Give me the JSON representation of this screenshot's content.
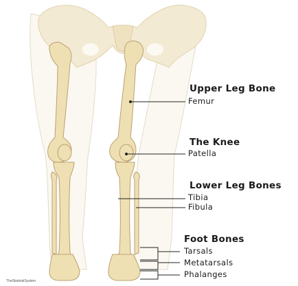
{
  "groups": [
    {
      "heading": "Upper Leg Bone",
      "items": [
        "Femur"
      ]
    },
    {
      "heading": "The Knee",
      "items": [
        "Patella"
      ]
    },
    {
      "heading": "Lower Leg Bones",
      "items": [
        "Tibia",
        "Fibula"
      ]
    },
    {
      "heading": "Foot Bones",
      "items": [
        "Tarsals",
        "Metatarsals",
        "Phalanges"
      ]
    }
  ],
  "credit": "TheSkeletalSystem",
  "colors": {
    "bone": "#efe0b3",
    "bone_outline": "#b8a070",
    "skin": "#fbf8f1",
    "skin_outline": "#e2dbc8",
    "pelvis": "#f3ead4",
    "leader": "#222222"
  }
}
